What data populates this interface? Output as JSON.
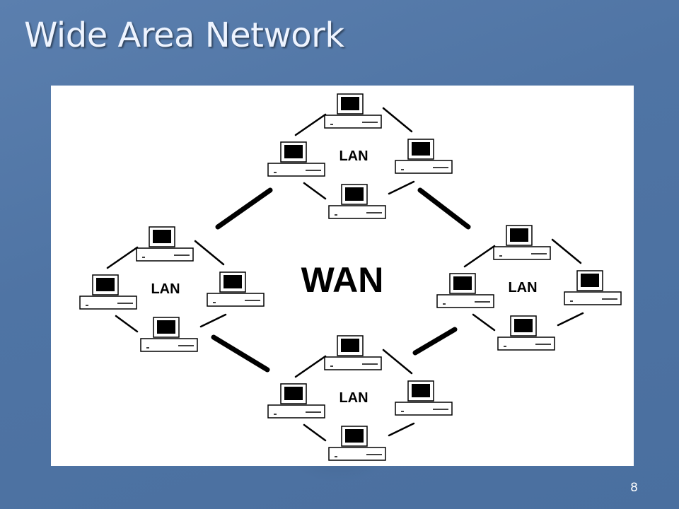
{
  "slide": {
    "title": "Wide Area Network",
    "page_number": "8"
  },
  "diagram": {
    "center_label": "WAN",
    "lans": [
      {
        "id": "top",
        "label": "LAN"
      },
      {
        "id": "left",
        "label": "LAN"
      },
      {
        "id": "right",
        "label": "LAN"
      },
      {
        "id": "bottom",
        "label": "LAN"
      }
    ]
  }
}
